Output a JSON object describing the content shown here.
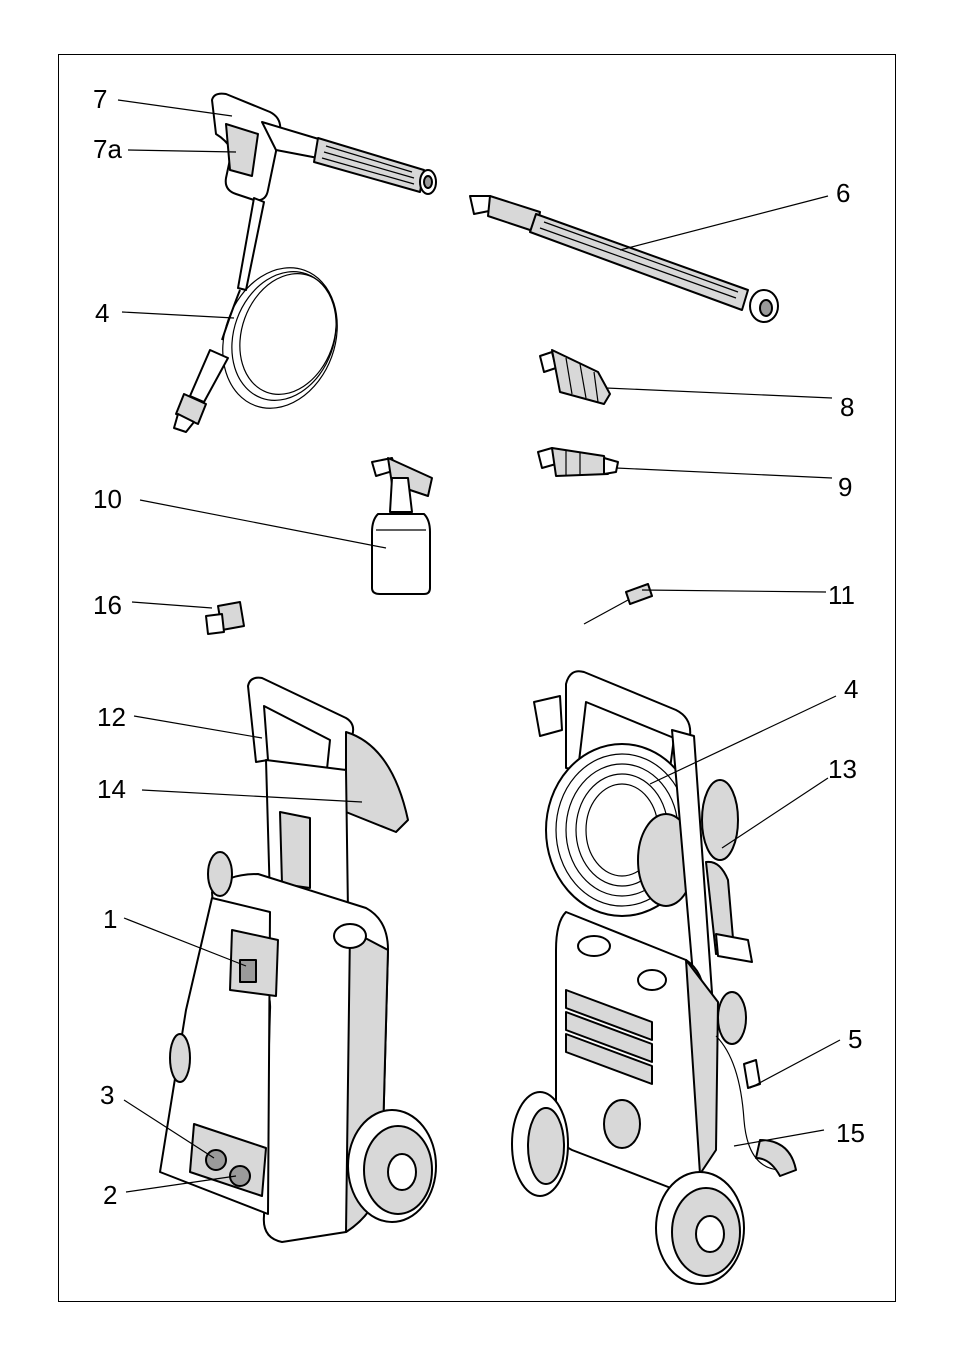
{
  "labels": {
    "l7": "7",
    "l7a": "7a",
    "l6": "6",
    "l4a": "4",
    "l8": "8",
    "l9": "9",
    "l10": "10",
    "l16": "16",
    "l11": "11",
    "l12": "12",
    "l4b": "4",
    "l13": "13",
    "l14": "14",
    "l1": "1",
    "l5": "5",
    "l3": "3",
    "l15": "15",
    "l2": "2"
  },
  "colors": {
    "ink": "#000000",
    "paper": "#ffffff",
    "shade": "#d8d8d8",
    "dark": "#9a9a9a"
  }
}
